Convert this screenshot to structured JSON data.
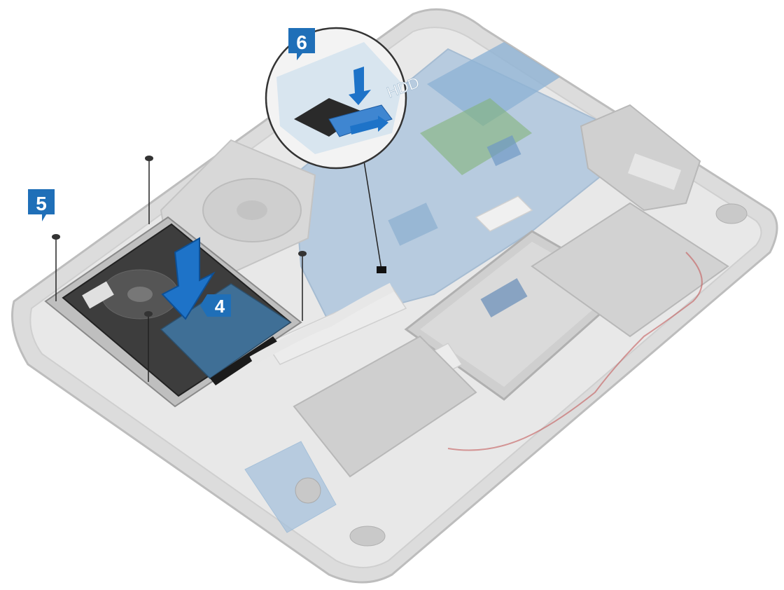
{
  "steps": {
    "step4": "4",
    "step5": "5",
    "step6": "6"
  },
  "inset": {
    "label": "HDD"
  },
  "colors": {
    "badge": "#1f6fb8",
    "arrow": "#1e73c8",
    "board": "#8fb3d4",
    "chassis": "#e4e4e4",
    "hdd": "#3f6f96"
  },
  "icons": {
    "screw": "screw-icon",
    "arrow": "down-arrow-icon"
  }
}
